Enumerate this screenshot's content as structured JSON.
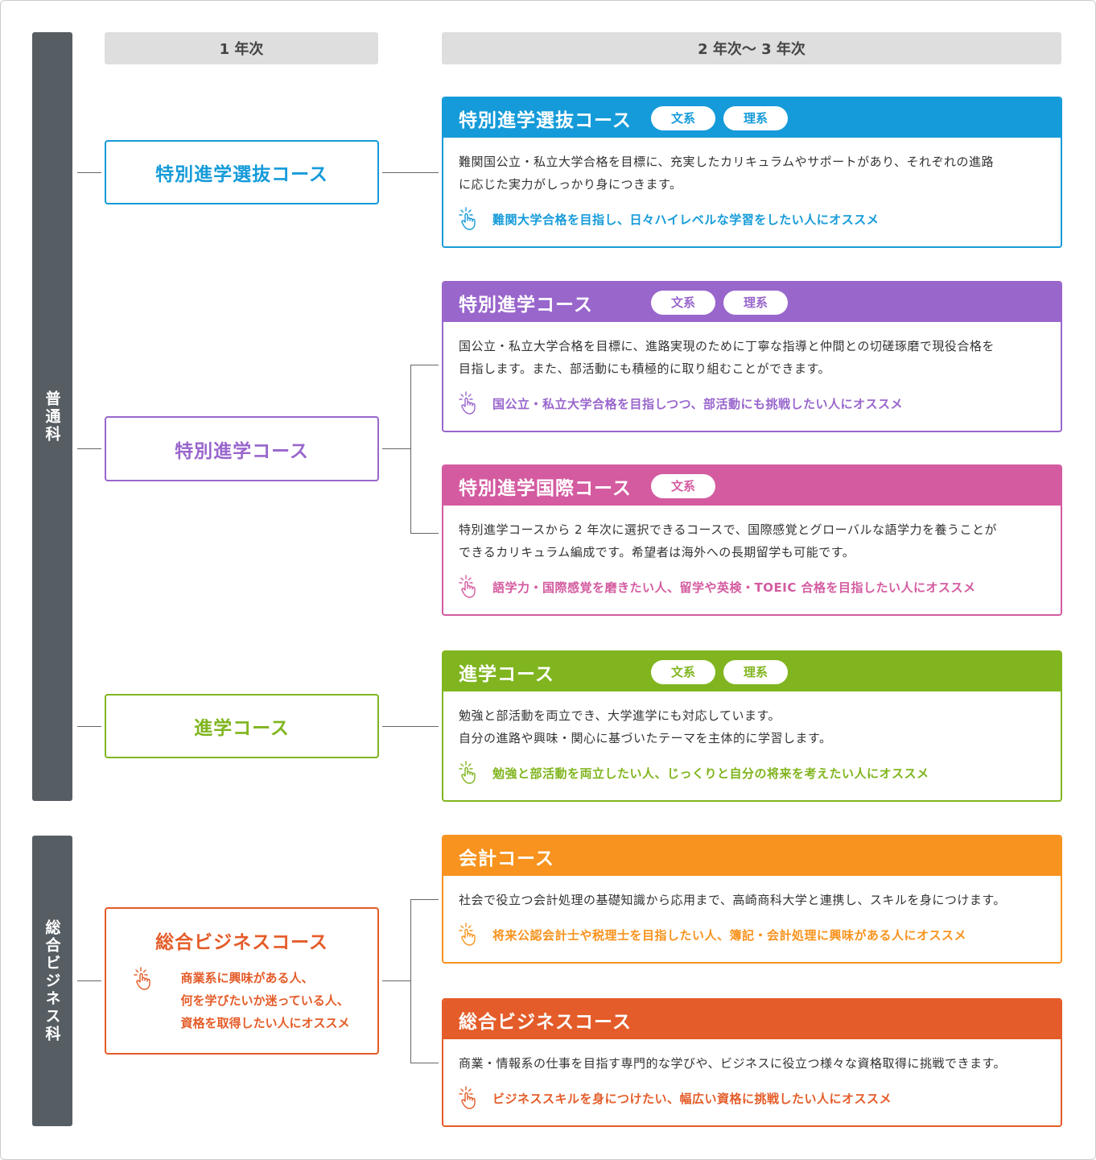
{
  "headers": {
    "year1": "1 年次",
    "year23": "2 年次〜 3 年次"
  },
  "departments": [
    {
      "label": "普通科"
    },
    {
      "label": "総合ビジネス科"
    }
  ],
  "colors": {
    "blue": "#159bd9",
    "purple": "#9966cc",
    "pink": "#d45ba0",
    "green": "#80b51f",
    "orange": "#f7931e",
    "redorange": "#e45c29",
    "sidebar": "#575e63"
  },
  "first_year": [
    {
      "title": "特別進学選抜コース",
      "color": "#159bd9"
    },
    {
      "title": "特別進学コース",
      "color": "#9966cc"
    },
    {
      "title": "進学コース",
      "color": "#80b51f"
    },
    {
      "title": "総合ビジネスコース",
      "color": "#e45c29",
      "recommend": [
        "商業系に興味がある人、",
        "何を学びたいか迷っている人、",
        "資格を取得したい人にオススメ"
      ],
      "icon": "pointing-hand-icon"
    }
  ],
  "courses": [
    {
      "title": "特別進学選抜コース",
      "color": "#159bd9",
      "tags": [
        "文系",
        "理系"
      ],
      "description": [
        "難関国公立・私立大学合格を目標に、充実したカリキュラムやサポートがあり、それぞれの進路",
        "に応じた実力がしっかり身につきます。"
      ],
      "recommend": "難関大学合格を目指し、日々ハイレベルな学習をしたい人にオススメ",
      "icon": "pointing-hand-icon"
    },
    {
      "title": "特別進学コース",
      "color": "#9966cc",
      "tags": [
        "文系",
        "理系"
      ],
      "description": [
        "国公立・私立大学合格を目標に、進路実現のために丁寧な指導と仲間との切磋琢磨で現役合格を",
        "目指します。また、部活動にも積極的に取り組むことができます。"
      ],
      "recommend": "国公立・私立大学合格を目指しつつ、部活動にも挑戦したい人にオススメ",
      "icon": "pointing-hand-icon"
    },
    {
      "title": "特別進学国際コース",
      "color": "#d45ba0",
      "tags": [
        "文系"
      ],
      "description": [
        "特別進学コースから 2 年次に選択できるコースで、国際感覚とグローバルな語学力を養うことが",
        "できるカリキュラム編成です。希望者は海外への長期留学も可能です。"
      ],
      "recommend": "語学力・国際感覚を磨きたい人、留学や英検・TOEIC 合格を目指したい人にオススメ",
      "icon": "pointing-hand-icon"
    },
    {
      "title": "進学コース",
      "color": "#80b51f",
      "tags": [
        "文系",
        "理系"
      ],
      "description": [
        "勉強と部活動を両立でき、大学進学にも対応しています。",
        "自分の進路や興味・関心に基づいたテーマを主体的に学習します。"
      ],
      "recommend": "勉強と部活動を両立したい人、じっくりと自分の将来を考えたい人にオススメ",
      "icon": "pointing-hand-icon"
    },
    {
      "title": "会計コース",
      "color": "#f7931e",
      "tags": [],
      "description": [
        "社会で役立つ会計処理の基礎知識から応用まで、高崎商科大学と連携し、スキルを身につけます。"
      ],
      "recommend": "将来公認会計士や税理士を目指したい人、簿記・会計処理に興味がある人にオススメ",
      "icon": "pointing-hand-icon"
    },
    {
      "title": "総合ビジネスコース",
      "color": "#e45c29",
      "tags": [],
      "description": [
        "商業・情報系の仕事を目指す専門的な学びや、ビジネスに役立つ様々な資格取得に挑戦できます。"
      ],
      "recommend": "ビジネススキルを身につけたい、幅広い資格に挑戦したい人にオススメ",
      "icon": "pointing-hand-icon"
    }
  ]
}
